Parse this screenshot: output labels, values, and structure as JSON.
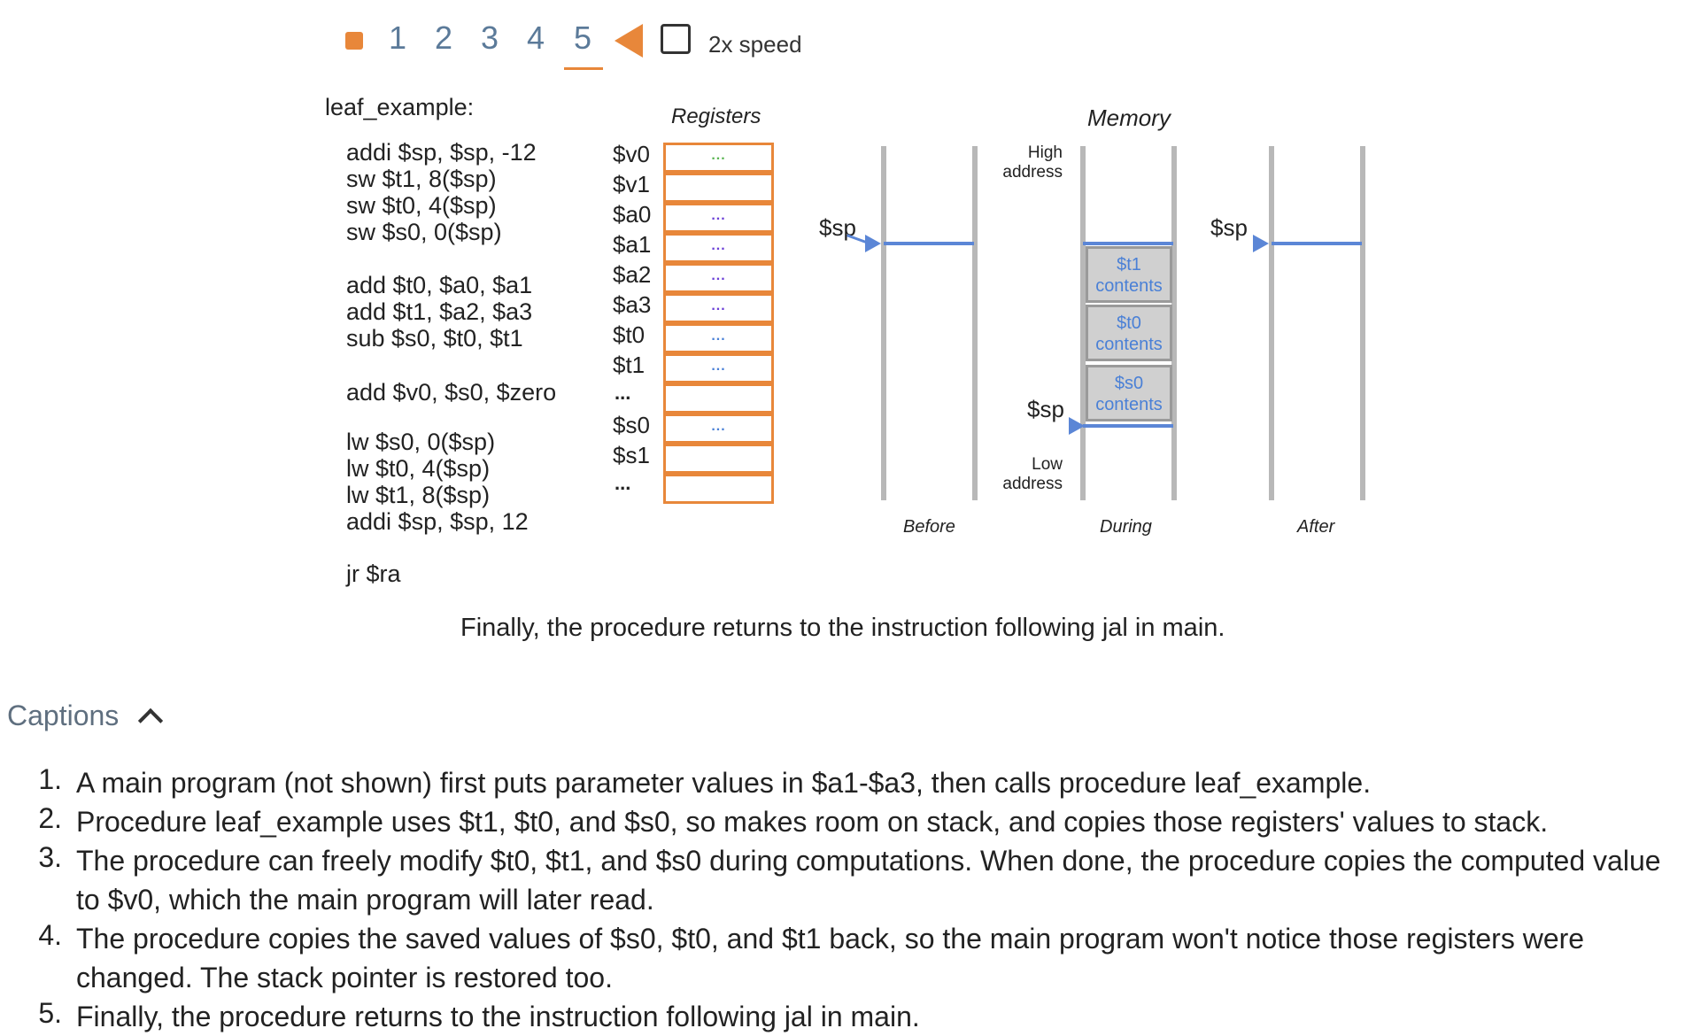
{
  "steps": {
    "labels": [
      "1",
      "2",
      "3",
      "4",
      "5"
    ],
    "active": "5"
  },
  "speed": {
    "label": "2x speed"
  },
  "code": {
    "title": "leaf_example:",
    "lines": [
      "addi $sp, $sp, -12",
      "sw $t1, 8($sp)",
      "sw $t0, 4($sp)",
      "sw $s0, 0($sp)",
      "add $t0, $a0, $a1",
      "add $t1, $a2, $a3",
      "sub $s0, $t0, $t1",
      "add $v0, $s0, $zero",
      "lw $s0, 0($sp)",
      "lw $t0, 4($sp)",
      "lw $t1, 8($sp)",
      "addi $sp, $sp, 12",
      "jr $ra"
    ]
  },
  "registers": {
    "title": "Registers",
    "labels": [
      "$v0",
      "$v1",
      "$a0",
      "$a1",
      "$a2",
      "$a3",
      "$t0",
      "$t1",
      "...",
      "$s0",
      "$s1",
      "..."
    ],
    "cells": [
      {
        "value": "...",
        "color": "#5ab552"
      },
      {
        "value": "",
        "color": "#222222"
      },
      {
        "value": "...",
        "color": "#6a3fd6"
      },
      {
        "value": "...",
        "color": "#6a3fd6"
      },
      {
        "value": "...",
        "color": "#6a3fd6"
      },
      {
        "value": "...",
        "color": "#6a3fd6"
      },
      {
        "value": "...",
        "color": "#4a80d6"
      },
      {
        "value": "...",
        "color": "#4a80d6"
      },
      {
        "value": "",
        "color": "#222222"
      },
      {
        "value": "...",
        "color": "#4a80d6"
      },
      {
        "value": "",
        "color": "#222222"
      },
      {
        "value": "",
        "color": "#222222"
      }
    ]
  },
  "memory": {
    "title": "Memory",
    "high_label": "High address",
    "low_label": "Low address",
    "sp_label": "$sp",
    "stack_boxes": [
      "$t1 contents",
      "$t0 contents",
      "$s0 contents"
    ],
    "columns": [
      "Before",
      "During",
      "After"
    ]
  },
  "caption": "Finally, the procedure returns to the instruction following jal in main.",
  "captions_section": {
    "toggle_label": "Captions",
    "items": [
      {
        "num": "1.",
        "text": "A main program (not shown) first puts parameter values in $a1-$a3, then calls procedure leaf_example."
      },
      {
        "num": "2.",
        "text": "Procedure leaf_example uses $t1, $t0, and $s0, so makes room on stack, and copies those registers' values to stack."
      },
      {
        "num": "3.",
        "text": "The procedure can freely modify $t0, $t1, and $s0 during computations. When done, the procedure copies the computed value to $v0, which the main program will later read."
      },
      {
        "num": "4.",
        "text": "The procedure copies the saved values of $s0, $t0, and $t1 back, so the main program won't notice those registers were changed. The stack pointer is restored too."
      },
      {
        "num": "5.",
        "text": "Finally, the procedure returns to the instruction following jal in main."
      }
    ]
  }
}
